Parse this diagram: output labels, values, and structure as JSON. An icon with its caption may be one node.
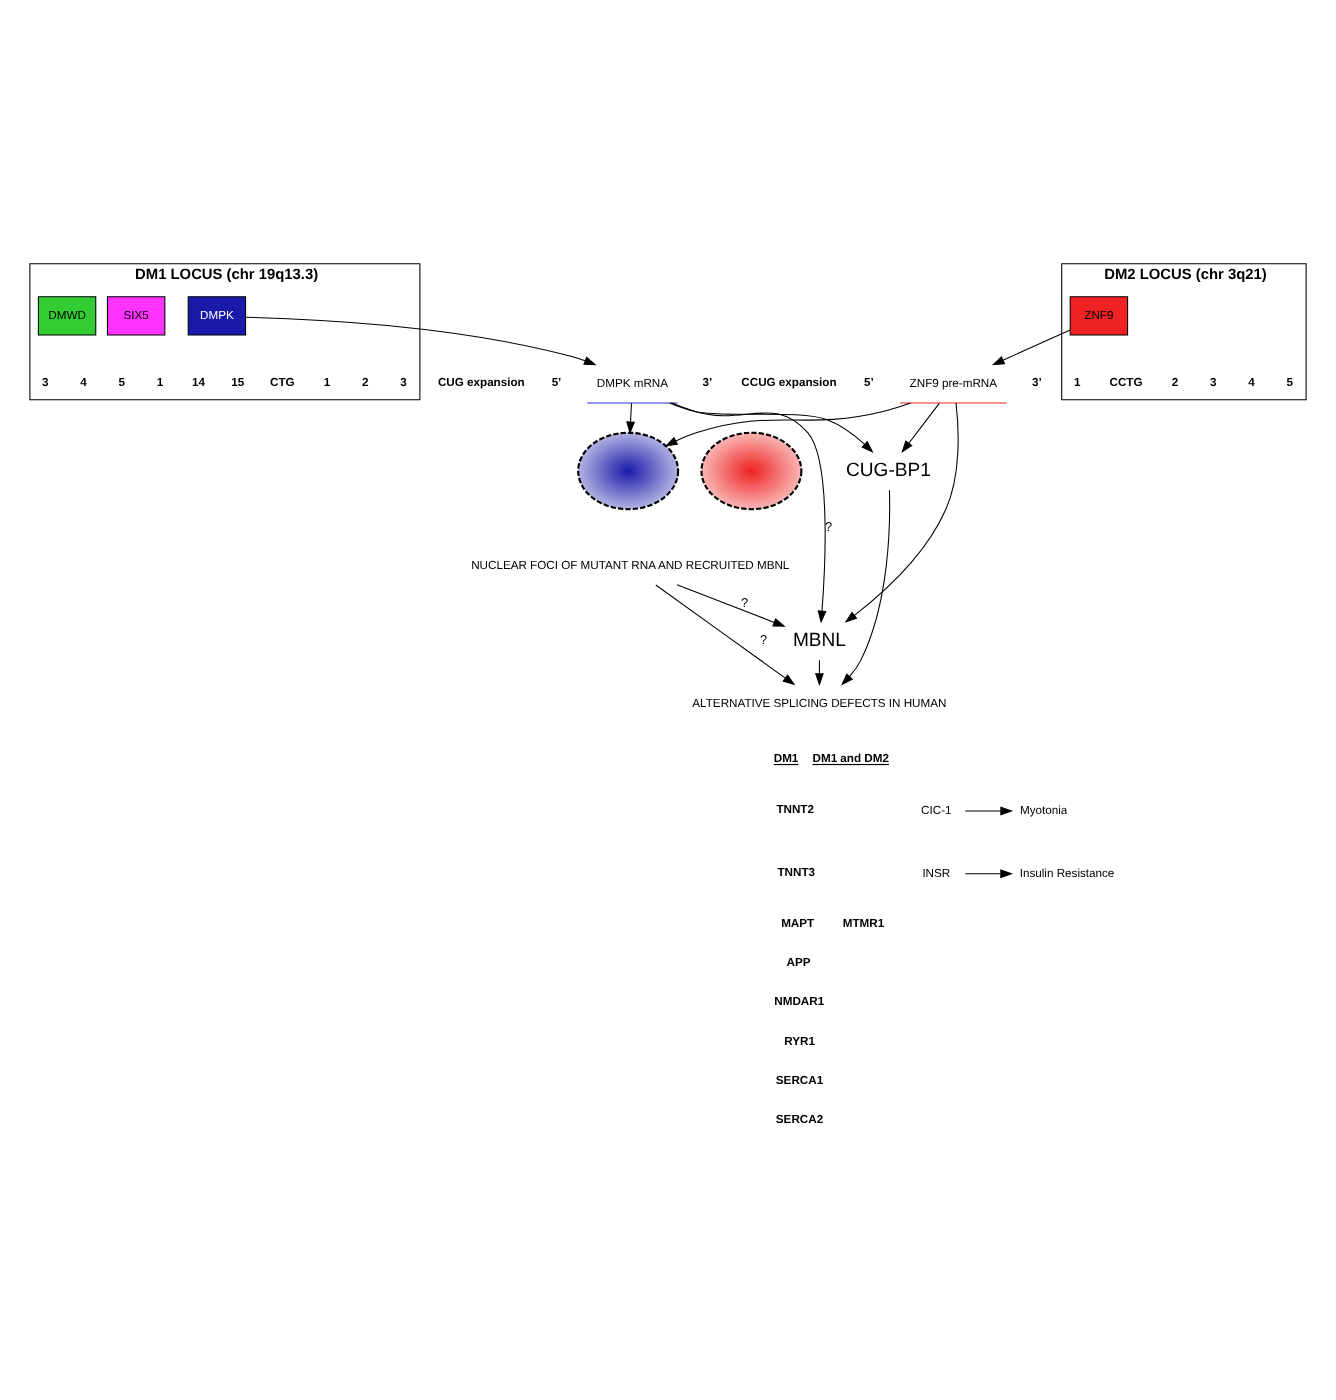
{
  "diagram": {
    "nodes": [
      {
        "text": [
          "DM1 LOCUS (chr 19q13.3)"
        ]
      },
      {
        "text": [
          "DMWD"
        ],
        "in": 0
      },
      {
        "text": [
          "DMPK"
        ],
        "in": 0
      },
      {
        "text": [
          "SIX5"
        ],
        "in": 0
      },
      {
        "text": [
          "DM2 LOCUS (chr 3q21)"
        ]
      },
      {
        "text": [
          "ZNF9"
        ],
        "in": 4
      },
      {
        "text": [
          "DMPK mRNA"
        ],
        "beside": [
          "CUG expansion",
          "5’",
          "3’"
        ]
      },
      {
        "text": [
          "ZNF9 pre-mRNA"
        ],
        "beside": [
          "CCUG expansion",
          "5’",
          "3’"
        ]
      },
      {
        "text": [
          "NUCLEAR FOCI OF MUTANT RNA AND RECRUITED MBNL"
        ]
      },
      {
        "text": [],
        "shape": "picture"
      },
      {
        "text": [],
        "shape": "picture"
      },
      {
        "text": [
          "MBNL"
        ]
      },
      {
        "text": [
          "CUG-BP1"
        ]
      },
      {
        "text": [
          "ALTERNATIVE SPLICING DEFECTS IN HUMAN"
        ]
      },
      {
        "text": [
          "CIC-1"
        ]
      },
      {
        "text": [
          "INSR"
        ]
      },
      {
        "text": [
          "Myotonia"
        ]
      },
      {
        "text": [
          "Insulin Resistance"
        ]
      }
    ],
    "edges": [
      {
        "from": 2,
        "to": 6,
        "arrow": "to"
      },
      {
        "from": 5,
        "to": 7,
        "arrow": "to"
      },
      {
        "from": 6,
        "to": 9,
        "arrow": "to"
      },
      {
        "from": 7,
        "to": 9,
        "arrow": "to"
      },
      {
        "from": 6,
        "to": 11,
        "arrow": "to",
        "label": "?"
      },
      {
        "from": 7,
        "to": 11,
        "arrow": "to"
      },
      {
        "from": 6,
        "to": 12,
        "arrow": "to"
      },
      {
        "from": 7,
        "to": 12,
        "arrow": "to"
      },
      {
        "from": 8,
        "to": 11,
        "arrow": "to",
        "label": "?"
      },
      {
        "from": 8,
        "to": 13,
        "arrow": "to",
        "label": "?"
      },
      {
        "from": 11,
        "to": 13,
        "arrow": "to"
      },
      {
        "from": 12,
        "to": 13,
        "arrow": "to"
      },
      {
        "from": 14,
        "to": 16,
        "arrow": "to"
      },
      {
        "from": 15,
        "to": 17,
        "arrow": "to"
      }
    ],
    "labels": [
      "3",
      "4",
      "5",
      "1",
      "14",
      "15",
      "CTG",
      "1",
      "2",
      "3",
      "1",
      "CCTG",
      "2",
      "3",
      "4",
      "5",
      "DM1",
      "TNNT2",
      "TNNT3",
      "MAPT",
      "APP",
      "NMDAR1",
      "RYR1",
      "SERCA1",
      "SERCA2",
      "DM1 and DM2",
      "MTMR1"
    ]
  }
}
